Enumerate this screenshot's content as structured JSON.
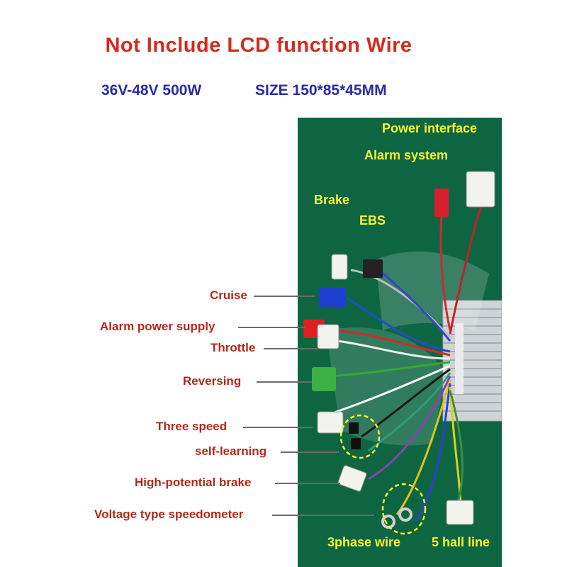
{
  "title": "Not Include LCD function Wire",
  "specs": {
    "voltage_power": "36V-48V 500W",
    "size": "SIZE 150*85*45MM"
  },
  "photo_labels": {
    "power_interface": "Power interface",
    "alarm_system": "Alarm system",
    "brake": "Brake",
    "ebs": "EBS",
    "three_phase_wire": "3phase wire",
    "hall_line": "5 hall line"
  },
  "callouts": {
    "cruise": "Cruise",
    "alarm_power_supply": "Alarm power supply",
    "throttle": "Throttle",
    "reversing": "Reversing",
    "three_speed": "Three speed",
    "self_learning": "self-learning",
    "high_potential_brake": "High-potential brake",
    "voltage_speedometer": "Voltage type speedometer"
  },
  "colors": {
    "title": "#d42a1f",
    "specs": "#2a2aa8",
    "board": "#0e6a45",
    "photo_label": "#f4f233",
    "callout": "#b5271c"
  }
}
